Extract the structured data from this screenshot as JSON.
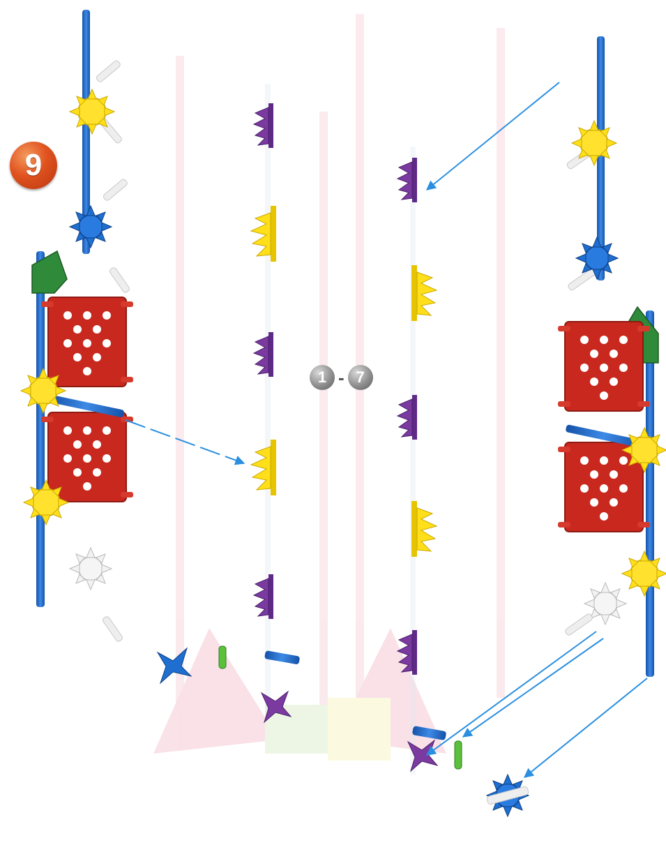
{
  "step": {
    "number": "9"
  },
  "substeps": {
    "from": "1",
    "separator": "-",
    "to": "7"
  },
  "colors": {
    "rod_blue": "#1e6fd0",
    "connector_yellow": "#ffdf1a",
    "connector_blue": "#1e6fd0",
    "connector_green": "#2f8a3a",
    "connector_purple": "#7b3aa0",
    "connector_white": "#f2f2f2",
    "panel_red": "#c8281e",
    "arrow_blue": "#2a8fe0",
    "step_badge_orange": "#e0521f"
  },
  "parts": {
    "left_assembly": [
      "blue-rod",
      "yellow-connector",
      "blue-connector",
      "green-connector",
      "red-panel",
      "red-panel",
      "yellow-connector",
      "white-connector"
    ],
    "right_assembly": [
      "blue-rod",
      "yellow-connector",
      "blue-connector",
      "green-connector",
      "red-panel",
      "red-panel",
      "yellow-connector",
      "white-connector"
    ],
    "loose_parts": [
      "blue-connector",
      "green-rod",
      "blue-rod-short"
    ]
  }
}
